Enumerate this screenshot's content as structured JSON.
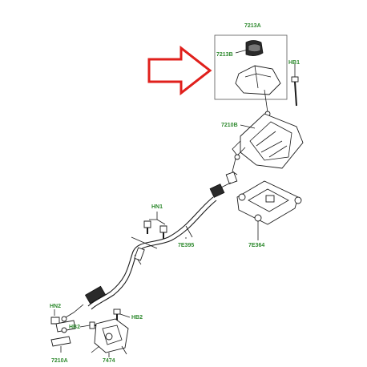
{
  "labels": {
    "a7213A": "7213A",
    "a7213B": "7213B",
    "hb1": "HB1",
    "a7210B": "7210B",
    "hn1": "HN1",
    "a7e395": "7E395",
    "a7e364": "7E364",
    "hn2": "HN2",
    "hb2a": "HB2",
    "hb2b": "HB2",
    "a7210A": "7210A",
    "a7474": "7474"
  },
  "colors": {
    "label": "#2f8a2f",
    "arrow": "#e0201c",
    "line": "#1a1a1a"
  },
  "icons": {
    "callout_arrow": "red-outline-arrow"
  }
}
